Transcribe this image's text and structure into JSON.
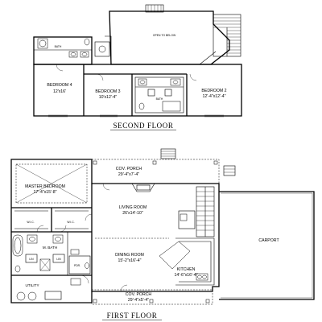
{
  "floors": {
    "second": {
      "title": "SECOND FLOOR",
      "rooms": {
        "open_below": "OPEN TO BELOW",
        "bath_top": "BATH",
        "bedroom4_name": "BEDROOM 4",
        "bedroom4_size": "12'x16'",
        "bedroom3_name": "BEDROOM 3",
        "bedroom3_size": "10'x12'-4\"",
        "bath_mid": "BATH",
        "bedroom2_name": "BEDROOM 2",
        "bedroom2_size": "12'-4\"x12'-4\""
      }
    },
    "first": {
      "title": "FIRST FLOOR",
      "rooms": {
        "porch_top_name": "COV. PORCH",
        "porch_top_size": "29'-4\"x7'-4\"",
        "master_name": "MASTER BEDROOM",
        "master_size": "17'-4\"x15'-8\"",
        "living_name": "LIVING ROOM",
        "living_size": "26'x14'-10\"",
        "wic_left": "W.I.C.",
        "wic_right": "W.I.C.",
        "carport": "CARPORT",
        "mbath": "M. BATH",
        "lin_left": "LIN",
        "lin_right": "LIN",
        "pdr": "PDR.",
        "dining_name": "DINING ROOM",
        "dining_size": "15'-2\"x16'-4\"",
        "kitchen_name": "KITCHEN",
        "kitchen_size": "14'-6\"x16'-4\"",
        "utility": "UTILITY",
        "porch_bottom_name": "COV. PORCH",
        "porch_bottom_size": "29'-4\"x5'-4\""
      }
    }
  }
}
